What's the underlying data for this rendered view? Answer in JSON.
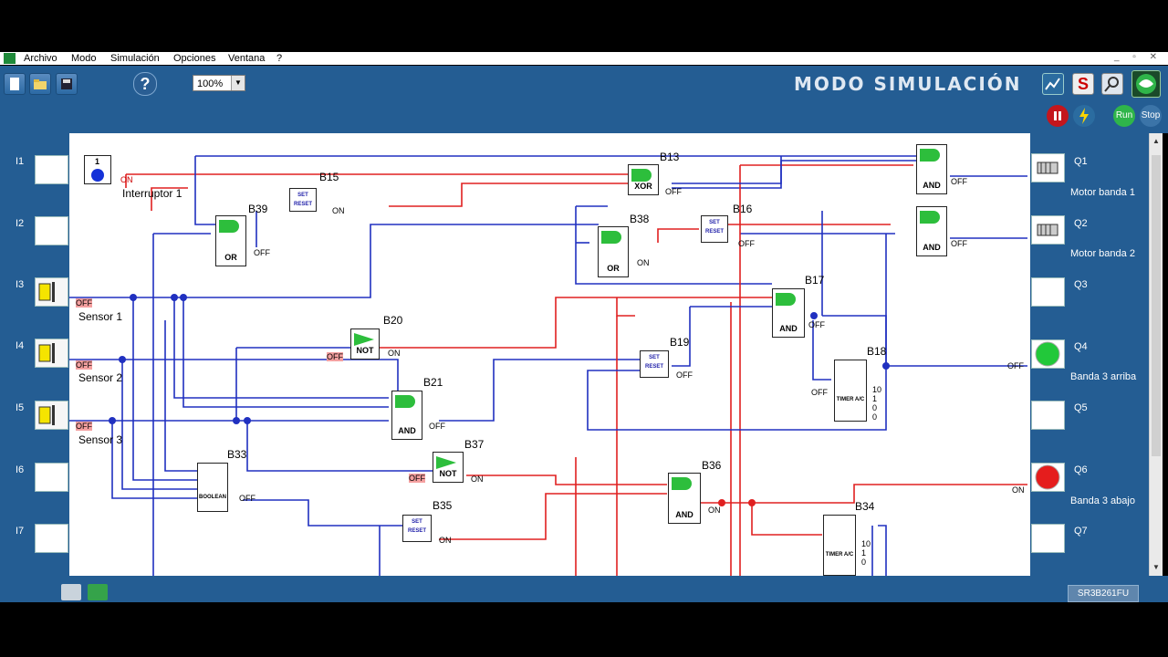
{
  "menu": [
    "Archivo",
    "Modo",
    "Simulación",
    "Opciones",
    "Ventana",
    "?"
  ],
  "toolbar": {
    "zoom": "100%",
    "mode_title": "MODO SIMULACIÓN",
    "help": "?",
    "s_label": "S",
    "run": "Run",
    "stop": "Stop"
  },
  "inputs": [
    {
      "id": "I1",
      "label": "Interruptor 1",
      "state": "ON"
    },
    {
      "id": "I2",
      "label": "",
      "state": ""
    },
    {
      "id": "I3",
      "label": "Sensor 1",
      "state": "OFF"
    },
    {
      "id": "I4",
      "label": "Sensor 2",
      "state": "OFF"
    },
    {
      "id": "I5",
      "label": "Sensor 3",
      "state": "OFF"
    },
    {
      "id": "I6",
      "label": "",
      "state": ""
    },
    {
      "id": "I7",
      "label": "",
      "state": ""
    }
  ],
  "outputs": [
    {
      "id": "Q1",
      "label": "Motor banda 1",
      "state": "OFF"
    },
    {
      "id": "Q2",
      "label": "Motor banda 2",
      "state": "OFF"
    },
    {
      "id": "Q3",
      "label": "",
      "state": ""
    },
    {
      "id": "Q4",
      "label": "Banda 3 arriba",
      "state": "OFF"
    },
    {
      "id": "Q5",
      "label": "",
      "state": ""
    },
    {
      "id": "Q6",
      "label": "Banda 3 abajo",
      "state": "ON"
    },
    {
      "id": "Q7",
      "label": "",
      "state": ""
    }
  ],
  "blocks": {
    "B13": "XOR",
    "B15": "SET RESET",
    "B16": "SET RESET",
    "B17": "AND",
    "B18": "TIMER A/C",
    "B19": "SET RESET",
    "B20": "NOT",
    "B21": "AND",
    "B33": "BOOLEAN",
    "B34": "TIMER A/C",
    "B35": "SET RESET",
    "B36": "AND",
    "B37": "NOT",
    "B38": "OR",
    "B39": "OR",
    "AND_Q1": "AND",
    "AND_Q2": "AND"
  },
  "timer_values": [
    "10",
    "1",
    "0",
    "0"
  ],
  "states": {
    "on": "ON",
    "off": "OFF"
  },
  "status": {
    "device": "SR3B261FU"
  },
  "colors": {
    "panel": "#245d93",
    "wire_on": "#e02020",
    "wire_off": "#2030c0",
    "led_green": "#22c83a",
    "led_red": "#e51d1d"
  }
}
